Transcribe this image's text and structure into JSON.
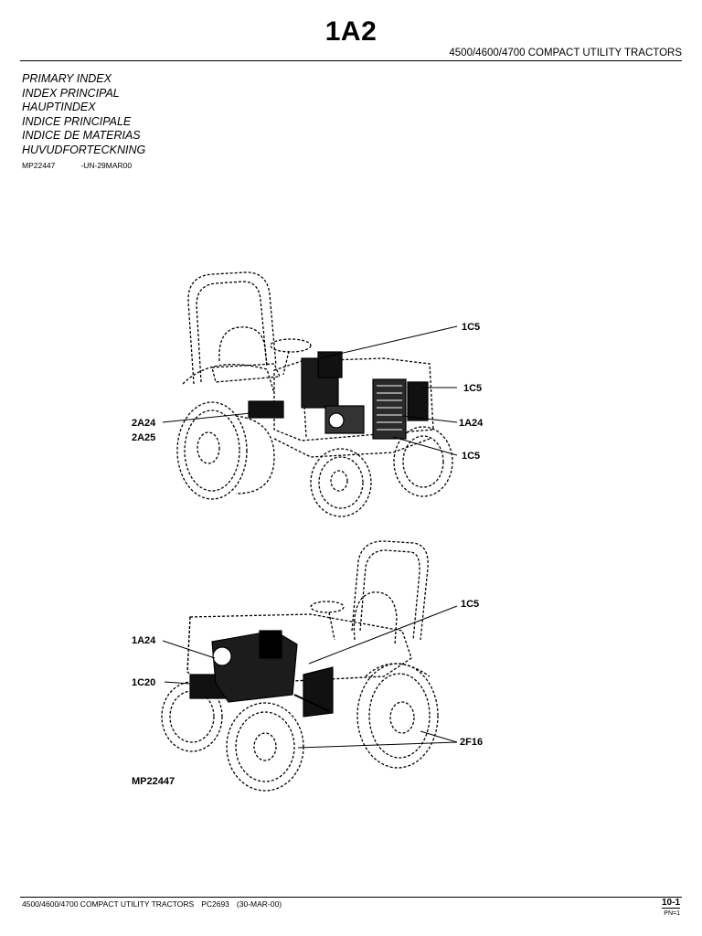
{
  "header": {
    "page_code": "1A2",
    "title": "4500/4600/4700 COMPACT UTILITY TRACTORS"
  },
  "index_titles": [
    "PRIMARY INDEX",
    "INDEX PRINCIPAL",
    "HAUPTINDEX",
    "INDICE PRINCIPALE",
    "INDICE DE MATERIAS",
    "HUVUDFORTECKNING"
  ],
  "figure_ref": {
    "number": "MP22447",
    "code": "-UN-29MAR00"
  },
  "illustration": {
    "callouts_top": [
      "1C5",
      "1C5",
      "1A24",
      "1C5",
      "2A24",
      "2A25"
    ],
    "callouts_bottom": [
      "1C5",
      "1A24",
      "1C20",
      "2F16"
    ],
    "figure_label": "MP22447"
  },
  "footer": {
    "title": "4500/4600/4700 COMPACT UTILITY TRACTORS",
    "doc_number": "PC2693",
    "date": "(30-MAR-00)",
    "page": "10-1",
    "pn": "PN=1"
  }
}
